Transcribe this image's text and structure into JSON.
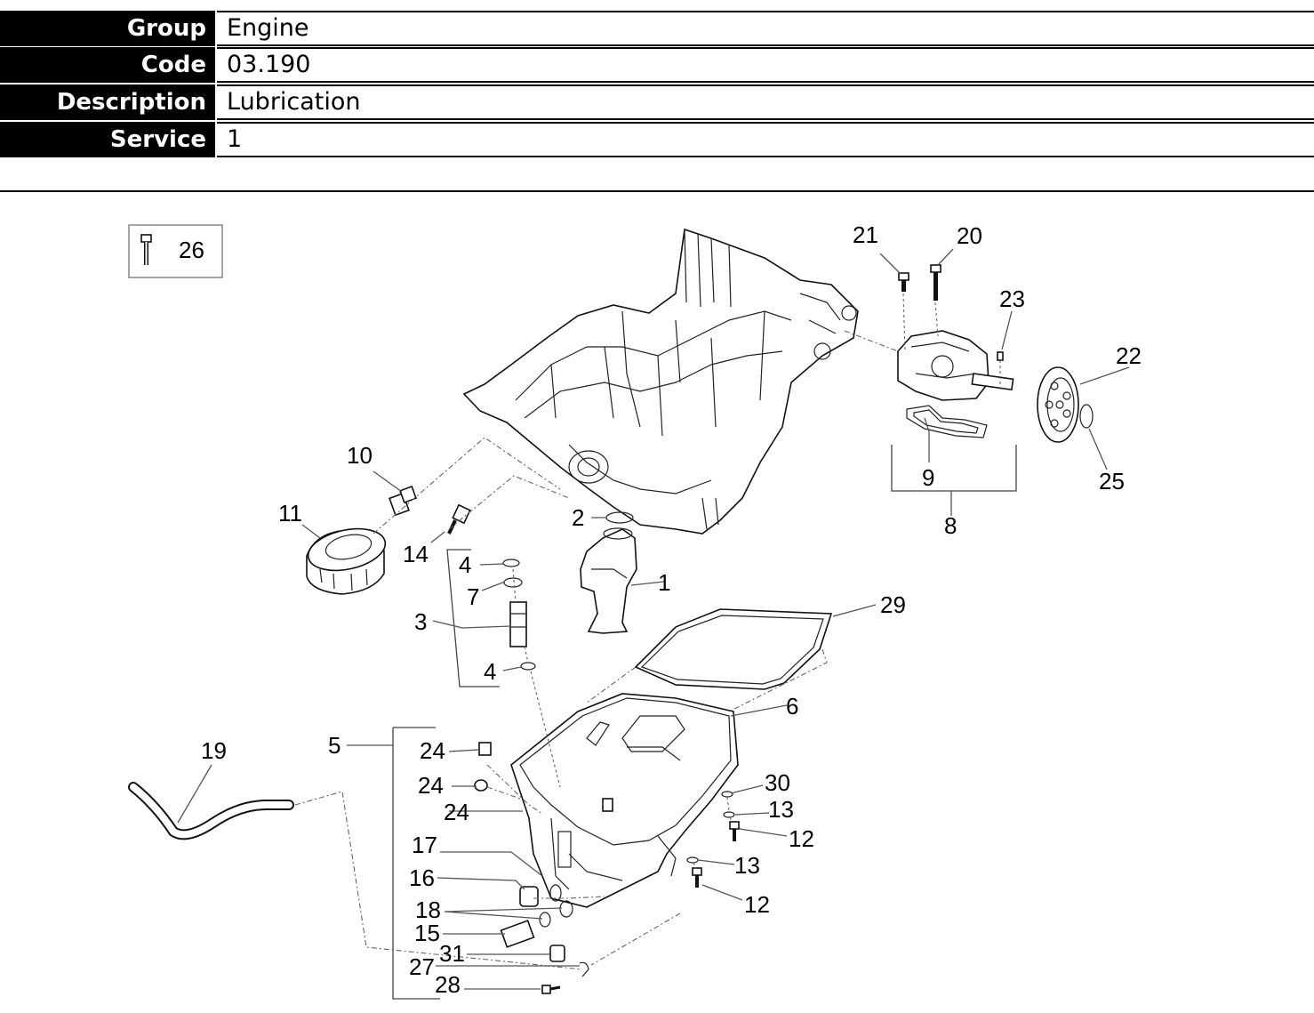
{
  "header": {
    "rows": [
      {
        "label": "Group",
        "value": "Engine"
      },
      {
        "label": "Code",
        "value": "03.190"
      },
      {
        "label": "Description",
        "value": "Lubrication"
      },
      {
        "label": "Service",
        "value": "1"
      }
    ]
  },
  "diagram": {
    "legend_number": "26",
    "callouts": [
      "1",
      "2",
      "3",
      "4",
      "4",
      "5",
      "6",
      "7",
      "8",
      "9",
      "10",
      "11",
      "12",
      "12",
      "13",
      "13",
      "14",
      "15",
      "16",
      "17",
      "18",
      "19",
      "20",
      "21",
      "22",
      "23",
      "24",
      "24",
      "24",
      "25",
      "27",
      "28",
      "29",
      "30",
      "31"
    ]
  }
}
